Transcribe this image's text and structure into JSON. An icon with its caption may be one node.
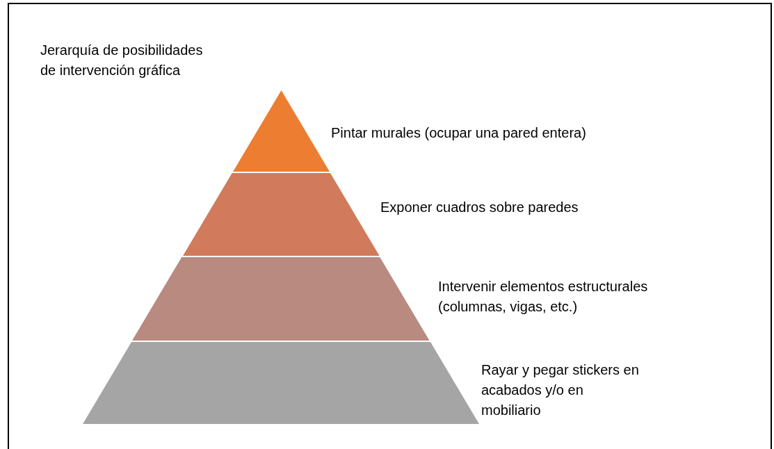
{
  "diagram": {
    "title": "Jerarquía de posibilidades de intervención gráfica",
    "nodes": [
      {
        "text": [],
        "shape": "trapezoid",
        "beside": [
          "Pintar murales (ocupar una pared entera)"
        ]
      },
      {
        "text": [],
        "shape": "trapezoid",
        "beside": [
          "Exponer cuadros sobre paredes"
        ]
      },
      {
        "text": [],
        "shape": "trapezoid",
        "beside": [
          "Intervenir elementos estructurales (columnas, vigas, etc.)"
        ]
      },
      {
        "text": [],
        "shape": "trapezoid",
        "beside": [
          "Rayar y pegar stickers en acabados y/o en mobiliario"
        ]
      }
    ]
  }
}
